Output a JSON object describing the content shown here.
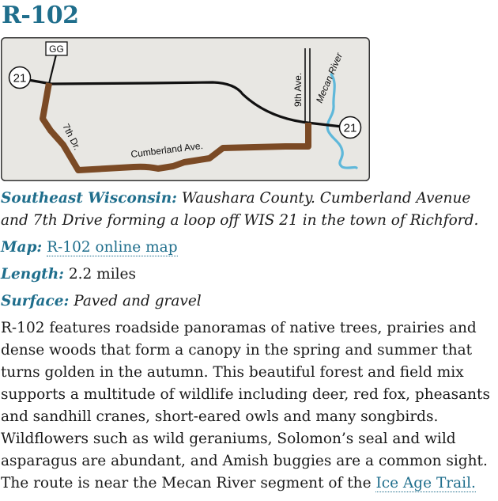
{
  "route": {
    "title": "R-102"
  },
  "map": {
    "labels": {
      "gg": "GG",
      "route21_left": "21",
      "route21_right": "21",
      "road_7th": "7th Dr.",
      "road_cumberland": "Cumberland Ave.",
      "road_9th": "9th Ave.",
      "river": "Mecan River"
    },
    "colors": {
      "route": "#7b4a25",
      "river": "#5fb8da",
      "background": "#e8e7e3",
      "road": "#111111"
    }
  },
  "info": {
    "location": {
      "label": "Southeast Wisconsin:",
      "text": " Waushara County. Cumberland Avenue and 7th Drive forming a loop off WIS 21 in the town of Richford."
    },
    "map": {
      "label": "Map:",
      "link_text": "R-102 online map"
    },
    "length": {
      "label": "Length:",
      "value": " 2.2 miles"
    },
    "surface": {
      "label": "Surface:",
      "value": " Paved and gravel"
    },
    "description": {
      "text": "R-102 features roadside panoramas of native trees, prairies and dense woods that form a canopy in the spring and summer that turns golden in the autumn. This beautiful forest and field mix supports a multitude of wildlife including deer, red fox, pheasants and sandhill cranes, short-eared owls and many songbirds. Wildflowers such as wild geraniums, Solomon’s seal and wild asparagus are abundant, and Amish buggies are a common sight. The route is near the Mecan River segment of the ",
      "link_text": "Ice Age Trail."
    }
  }
}
